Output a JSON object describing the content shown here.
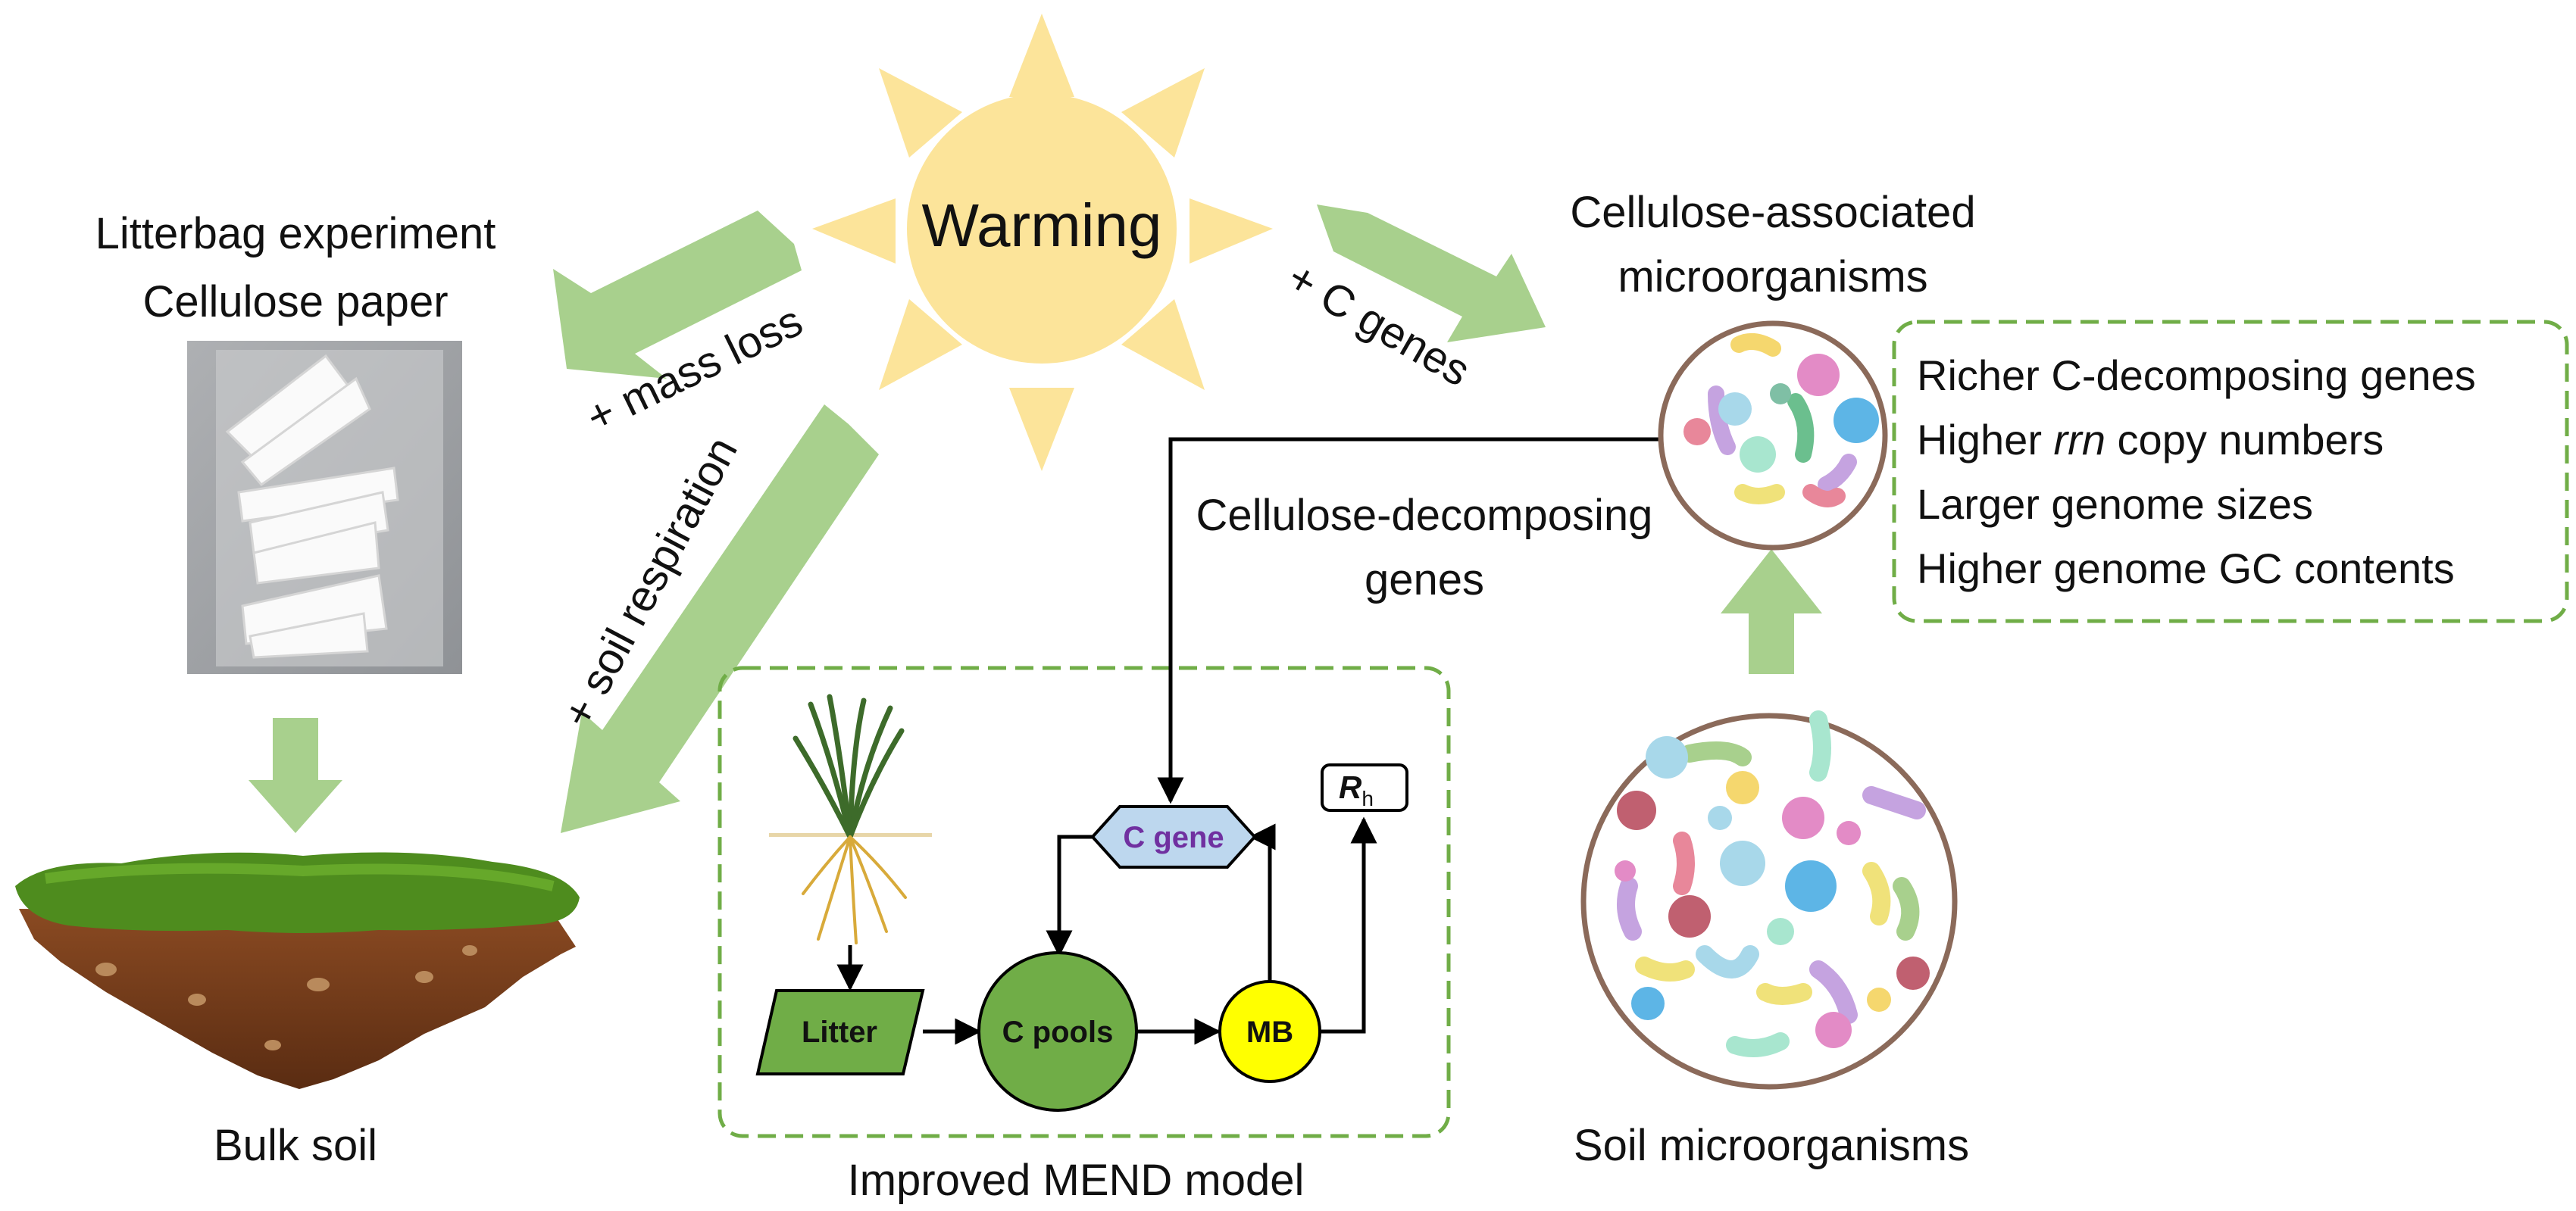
{
  "center": {
    "title": "Warming"
  },
  "arrows": {
    "mass_loss": "+ mass loss",
    "c_genes": "+ C genes",
    "soil_respiration": "+ soil respiration",
    "decomposing_genes_line1": "Cellulose-decomposing",
    "decomposing_genes_line2": "genes"
  },
  "litterbag": {
    "title_line1": "Litterbag experiment",
    "title_line2": "Cellulose paper"
  },
  "bulk_soil": {
    "label": "Bulk soil"
  },
  "model": {
    "caption": "Improved MEND model",
    "nodes": {
      "c_gene": "C gene",
      "litter": "Litter",
      "c_pools": "C pools",
      "mb": "MB",
      "rh_main": "R",
      "rh_sub": "h"
    }
  },
  "cellulose_microbes": {
    "title_line1": "Cellulose-associated",
    "title_line2": "microorganisms"
  },
  "soil_microbes": {
    "label": "Soil microorganisms"
  },
  "traits": {
    "item1": "Richer C-decomposing genes",
    "item2_pre": "Higher ",
    "item2_italic": "rrn",
    "item2_post": " copy numbers",
    "item3": "Larger genome sizes",
    "item4": "Higher genome GC contents"
  },
  "colors": {
    "sun": "#FCE49A",
    "arrow": "#A8D08D",
    "dashed_box": "#70AD47",
    "dark_green": "#70AD47",
    "yellow": "#FFFF00",
    "gene_hex": "#BDD7EE",
    "gene_text": "#7030A0",
    "circle_border": "#8B6A5A"
  }
}
